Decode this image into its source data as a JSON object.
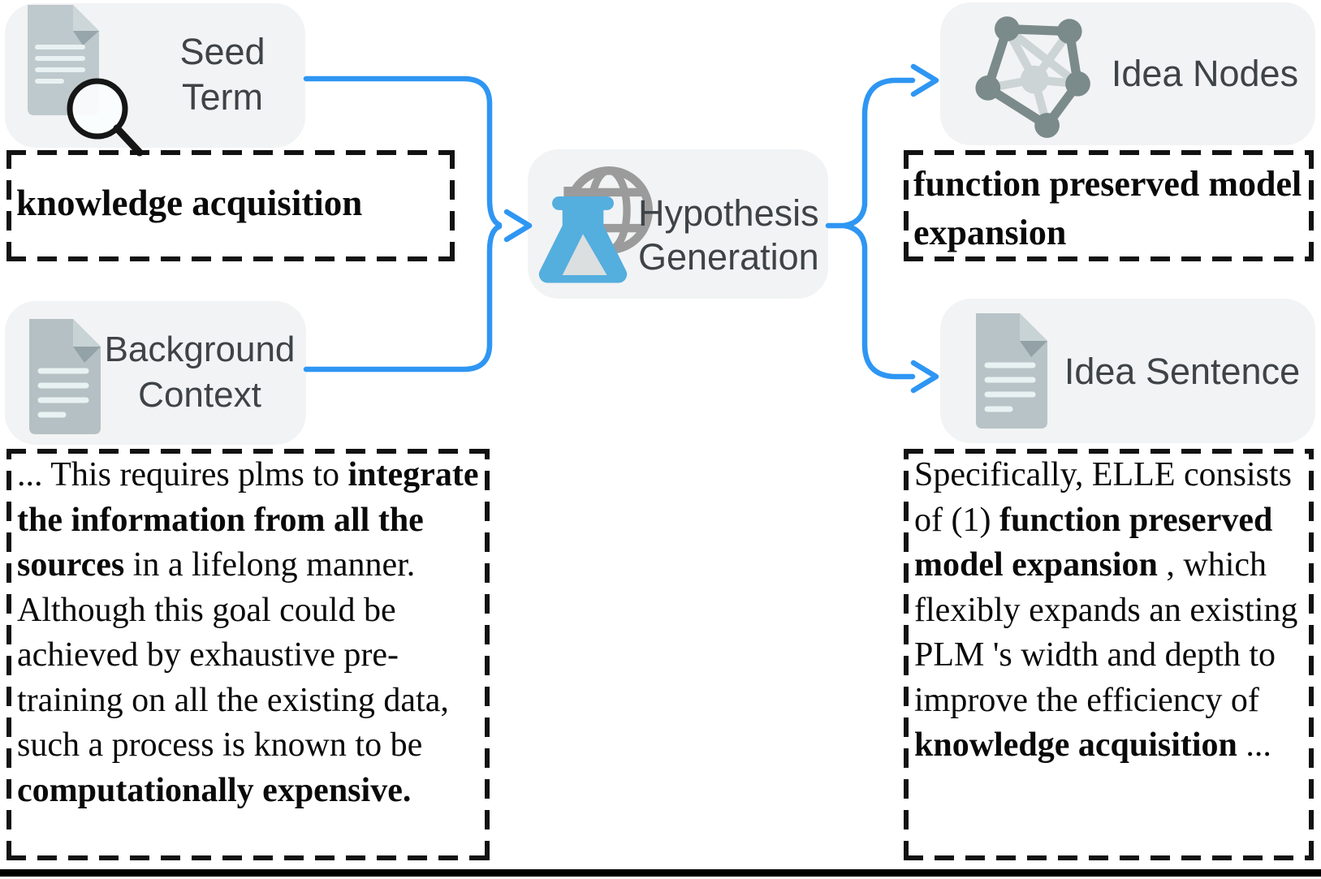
{
  "figure": {
    "title": "hypothesis generation pipeline diagram"
  },
  "colors": {
    "arrow_blue": "#2E96F3",
    "panel_gray": "#F2F3F4",
    "label_gray": "#3E4347",
    "text_black": "#0A0A0A",
    "flask_blue": "#54AEDE",
    "globe_gray": "#9B9B9B",
    "doc_body": "#B7C3C7",
    "doc_corner_light": "#CDD7D9",
    "doc_fold": "#97A6AB",
    "doc_line": "#E9F2F2",
    "graph_node_dark": "#7B8A8A",
    "graph_node_light": "#CDD4D5",
    "dash_black": "#121212"
  },
  "icons": {
    "seed": "document-search-icon",
    "background": "document-icon",
    "hypothesis": "flask-globe-icon",
    "idea_nodes": "graph-network-icon",
    "idea_sentence": "document-icon"
  },
  "nodes": {
    "seed_term": {
      "line1": "Seed",
      "line2": "Term"
    },
    "background_context": {
      "line1": "Background",
      "line2": "Context"
    },
    "hypothesis_generation": {
      "line1": "Hypothesis",
      "line2": "Generation"
    },
    "idea_nodes": {
      "label": "Idea Nodes"
    },
    "idea_sentence": {
      "label": "Idea Sentence"
    }
  },
  "values": {
    "seed_term_value": [
      {
        "t": "knowledge acquisition",
        "b": true
      }
    ],
    "idea_nodes_value": [
      {
        "t": "function preserved model expansion",
        "b": true
      }
    ],
    "background_context_value": [
      {
        "t": "... This requires plms to ",
        "b": false
      },
      {
        "t": "integrate the information from all the sources",
        "b": true
      },
      {
        "t": " in a lifelong manner. Although this goal could be achieved by exhaustive pre-training on all the existing data, such a process is known to be ",
        "b": false
      },
      {
        "t": "computationally expensive.",
        "b": true
      }
    ],
    "idea_sentence_value": [
      {
        "t": "Specifically, ELLE consists of (1) ",
        "b": false
      },
      {
        "t": "function preserved model expansion",
        "b": true
      },
      {
        "t": " , which flexibly expands an existing PLM 's width and depth to improve the efficiency of ",
        "b": false
      },
      {
        "t": "knowledge acquisition",
        "b": true
      },
      {
        "t": " ...",
        "b": false
      }
    ]
  }
}
